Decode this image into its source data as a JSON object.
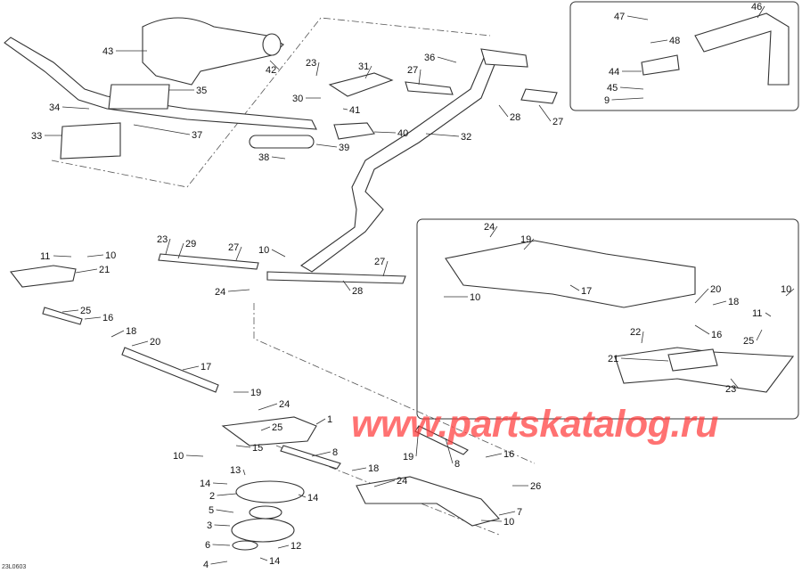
{
  "diagram": {
    "drawing_code": "23L0603",
    "watermark": "www.partskatalog.ru",
    "main_labels": [
      "43",
      "42",
      "35",
      "34",
      "33",
      "37",
      "23",
      "31",
      "27",
      "36",
      "30",
      "41",
      "40",
      "32",
      "39",
      "38",
      "28",
      "27",
      "23",
      "29",
      "27",
      "10",
      "27",
      "24",
      "28",
      "11",
      "10",
      "21",
      "25",
      "16",
      "18",
      "20",
      "17",
      "19",
      "24",
      "25",
      "1",
      "15",
      "10",
      "19",
      "8",
      "8",
      "16",
      "18",
      "24",
      "26",
      "7",
      "10",
      "13",
      "14",
      "2",
      "14",
      "5",
      "3",
      "6",
      "12",
      "4",
      "14"
    ],
    "inset_top_labels": [
      "47",
      "46",
      "48",
      "44",
      "45",
      "9"
    ],
    "inset_mid_labels": [
      "24",
      "19",
      "10",
      "17",
      "20",
      "18",
      "10",
      "11",
      "16",
      "25",
      "22",
      "21",
      "23"
    ]
  }
}
